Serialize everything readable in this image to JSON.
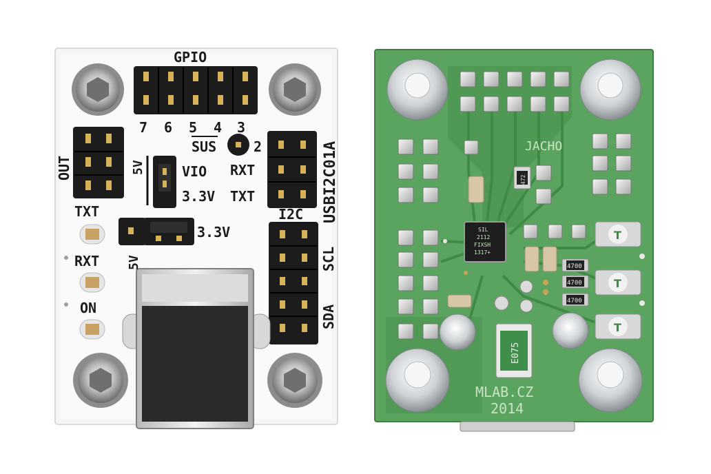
{
  "left_board": {
    "gpio_label": "GPIO",
    "gpio_pins": [
      "7",
      "6",
      "5",
      "4",
      "3"
    ],
    "sus_label": "SUS",
    "sus_pin": "2",
    "board_name": "USBI2C01A",
    "out_label": "OUT",
    "v5_top": "5V",
    "vio_label": "VIO",
    "v33_top": "3.3V",
    "rxt_right": "RXT",
    "txt_right": "TXT",
    "i2c_label": "I2C",
    "scl_label": "SCL",
    "sda_label": "SDA",
    "v33_bottom": "3.3V",
    "v5_bottom": "5V",
    "led_txt": "TXT",
    "led_rxt": "RXT",
    "led_on": "ON"
  },
  "right_board": {
    "designer": "JACHO",
    "ic_marking": [
      "SIL",
      "2112",
      "FIXSH",
      "1317+"
    ],
    "fuse_marking": "E075",
    "resistor_small": "472",
    "resistors": [
      "4700",
      "4700",
      "4700"
    ],
    "maker": "MLAB.CZ",
    "year": "2014"
  },
  "colors": {
    "white_pcb": "#f4f4f4",
    "green_pcb": "#5aa45f",
    "header_black": "#1c1c1c",
    "gold": "#d6b258"
  }
}
